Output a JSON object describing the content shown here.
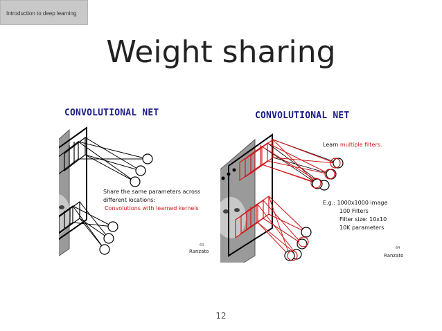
{
  "header": {
    "tag": "Introduction to deep learning"
  },
  "slide": {
    "title": "Weight sharing",
    "page_number": "12"
  },
  "left_panel": {
    "heading": "CONVOLUTIONAL NET",
    "text_line1": "Share the same parameters across",
    "text_line2": "different locations:",
    "text_line3": "Convolutions with learned kernels",
    "page": "63",
    "author": "Ranzato"
  },
  "right_panel": {
    "heading": "CONVOLUTIONAL NET",
    "learn_prefix": "Learn ",
    "learn_red": "multiple filters.",
    "eg_line1": "E.g.: 1000x1000 image",
    "eg_line2": "100 Filters",
    "eg_line3": "Filter size: 10x10",
    "eg_line4": "10K parameters",
    "page": "64",
    "author": "Ranzato"
  },
  "colors": {
    "heading": "#1b1b8a",
    "accent_red": "#d01818",
    "tag_bg": "#c9c9c9"
  }
}
